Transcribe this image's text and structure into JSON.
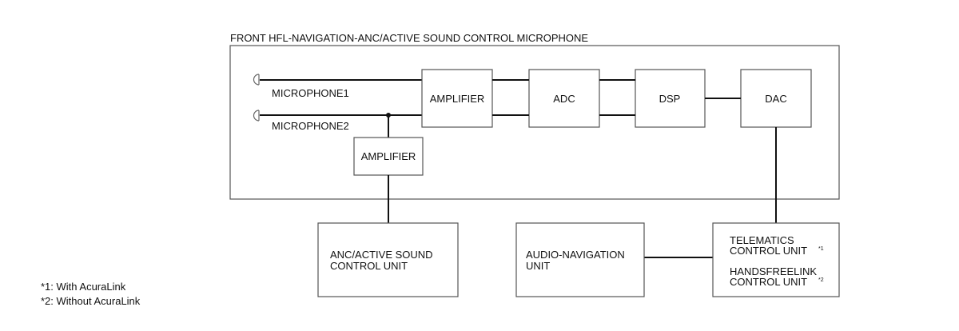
{
  "diagram": {
    "container_title": "FRONT HFL-NAVIGATION-ANC/ACTIVE SOUND CONTROL MICROPHONE",
    "microphones": [
      {
        "label": "MICROPHONE1"
      },
      {
        "label": "MICROPHONE2"
      }
    ],
    "blocks": {
      "amplifier_main": "AMPLIFIER",
      "adc": "ADC",
      "dsp": "DSP",
      "dac": "DAC",
      "amplifier_secondary": "AMPLIFIER",
      "anc_unit": [
        "ANC/ACTIVE SOUND",
        "CONTROL UNIT"
      ],
      "audio_nav_unit": [
        "AUDIO-NAVIGATION",
        "UNIT"
      ],
      "telematics_unit": [
        "TELEMATICS",
        "CONTROL UNIT"
      ],
      "telematics_sup": "*1",
      "handsfreelink_unit": [
        "HANDSFREELINK",
        "CONTROL UNIT"
      ],
      "handsfreelink_sup": "*2"
    },
    "footnotes": [
      "*1: With AcuraLink",
      "*2: Without AcuraLink"
    ]
  }
}
